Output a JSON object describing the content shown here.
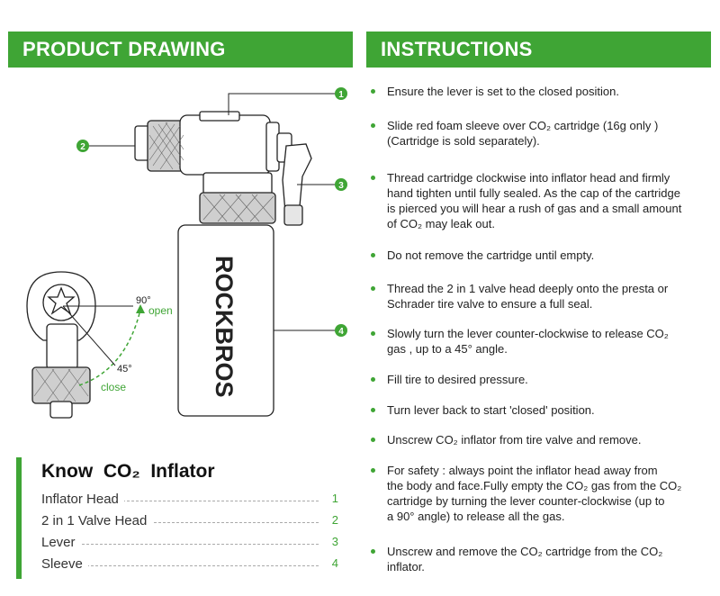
{
  "headers": {
    "left": "PRODUCT DRAWING",
    "right": "INSTRUCTIONS"
  },
  "drawing": {
    "callouts": [
      "1",
      "2",
      "3",
      "4"
    ],
    "brand": "ROCKBROS",
    "angle_open": "90°",
    "open_label": "open",
    "angle_close": "45°",
    "close_label": "close"
  },
  "instructions": [
    "Ensure the lever is set to the closed position.",
    "Slide red foam sleeve over CO₂ cartridge (16g only )\n(Cartridge is sold separately).",
    "Thread cartridge clockwise into inflator head and firmly\nhand tighten until fully sealed. As the cap of the cartridge\nis pierced you will hear a rush of gas and a small amount\nof CO₂ may leak out.",
    "Do not remove the cartridge until empty.",
    "Thread the 2 in 1 valve head deeply onto the presta or\nSchrader tire valve to ensure a full seal.",
    "Slowly turn the lever counter-clockwise to release CO₂\ngas , up to a 45° angle.",
    "Fill tire to desired pressure.",
    "Turn lever back to start 'closed' position.",
    "Unscrew CO₂ inflator from tire valve and remove.",
    "For safety : always point the inflator head away from\nthe body and face.Fully empty the CO₂ gas from the CO₂\ncartridge by turning the lever counter-clockwise (up to\na  90° angle) to release all the gas.",
    "Unscrew and remove the CO₂ cartridge from the CO₂\ninflator."
  ],
  "know": {
    "title": "Know  CO₂  Inflator",
    "parts": [
      {
        "name": "Inflator Head",
        "num": "1"
      },
      {
        "name": "2 in 1 Valve Head",
        "num": "2"
      },
      {
        "name": "Lever",
        "num": "3"
      },
      {
        "name": "Sleeve",
        "num": "4"
      }
    ]
  },
  "colors": {
    "accent": "#3fa535",
    "outline": "#222222"
  }
}
